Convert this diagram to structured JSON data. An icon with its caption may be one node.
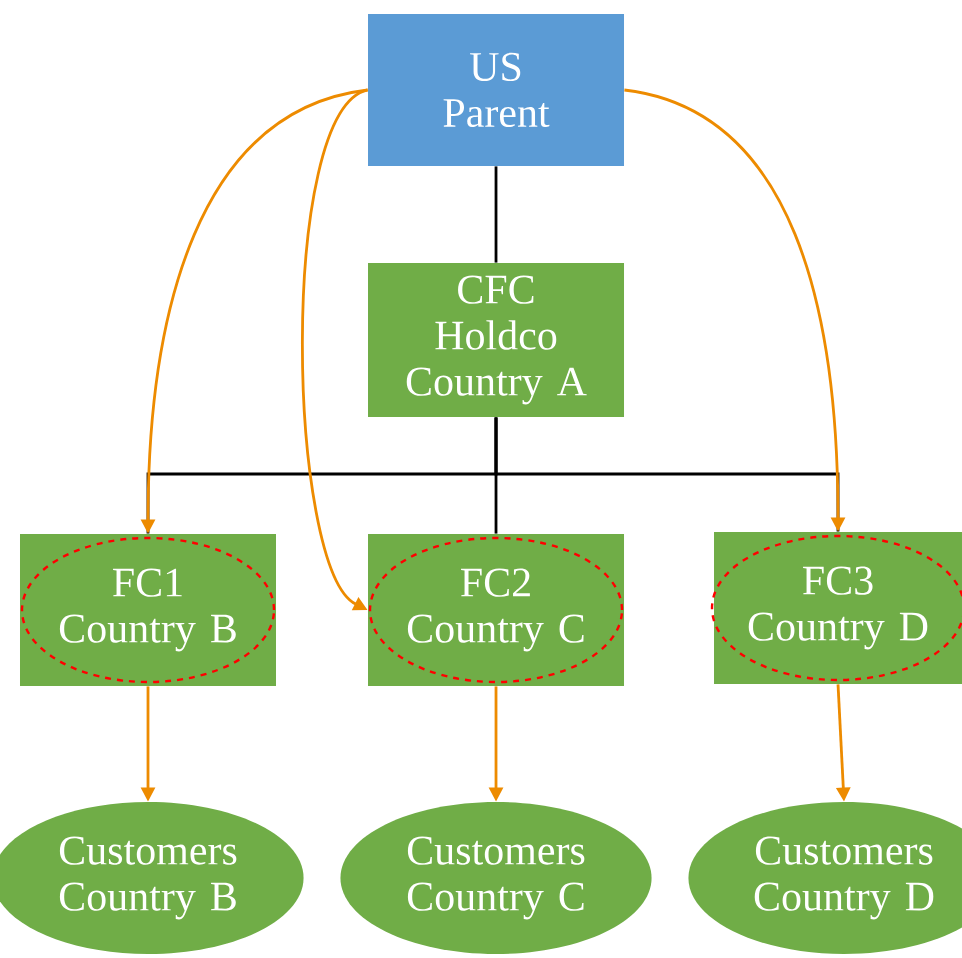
{
  "diagram": {
    "nodes": [
      {
        "text": [
          "US Parent"
        ]
      },
      {
        "text": [
          "CFC Holdco Country A"
        ]
      },
      {
        "text": [
          "FC1 Country B"
        ]
      },
      {
        "text": [
          "FC2 Country C"
        ]
      },
      {
        "text": [
          "FC3 Country D"
        ]
      },
      {
        "text": [
          "Customers Country B"
        ]
      },
      {
        "text": [
          "Customers Country C"
        ]
      },
      {
        "text": [
          "Customers Country D"
        ]
      }
    ],
    "edges": [
      {
        "from": 0,
        "to": 1,
        "arrow": "none",
        "color": "#000000"
      },
      {
        "from": 1,
        "to": 2,
        "arrow": "none",
        "color": "#000000"
      },
      {
        "from": 1,
        "to": 3,
        "arrow": "none",
        "color": "#000000"
      },
      {
        "from": 1,
        "to": 4,
        "arrow": "none",
        "color": "#000000"
      },
      {
        "from": 0,
        "to": 2,
        "arrow": "to"
      },
      {
        "from": 0,
        "to": 3,
        "arrow": "to"
      },
      {
        "from": 0,
        "to": 4,
        "arrow": "to"
      },
      {
        "from": 2,
        "to": 5,
        "arrow": "to"
      },
      {
        "from": 3,
        "to": 6,
        "arrow": "to"
      },
      {
        "from": 4,
        "to": 7,
        "arrow": "to"
      }
    ]
  }
}
